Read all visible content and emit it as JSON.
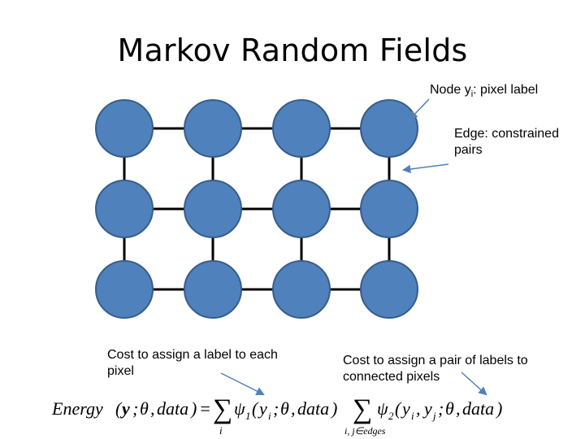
{
  "title": "Markov Random Fields",
  "annotations": {
    "node_label_prefix": "Node y",
    "node_label_subscript": "i",
    "node_label_suffix": ": pixel label",
    "edge_label": "Edge: constrained pairs",
    "unary_cost": "Cost to assign a label to each pixel",
    "pairwise_cost": "Cost to assign a pair of labels to connected pixels"
  },
  "grid": {
    "rows": 3,
    "cols": 4
  },
  "colors": {
    "node_fill": "#4f81bd",
    "node_stroke": "#385d8a",
    "edge": "#000000",
    "arrow": "#4f81bd"
  },
  "equation": {
    "lhs": "Energy",
    "y_bold": "y",
    "theta": "θ",
    "data": "data",
    "unary_sum_index": "i",
    "unary_potential": "ψ",
    "unary_potential_sub": "1",
    "y_i": "y",
    "y_i_sub": "i",
    "pair_sum_index": "i, j∈edges",
    "pair_potential": "ψ",
    "pair_potential_sub": "2",
    "y_j_sub": "j"
  }
}
